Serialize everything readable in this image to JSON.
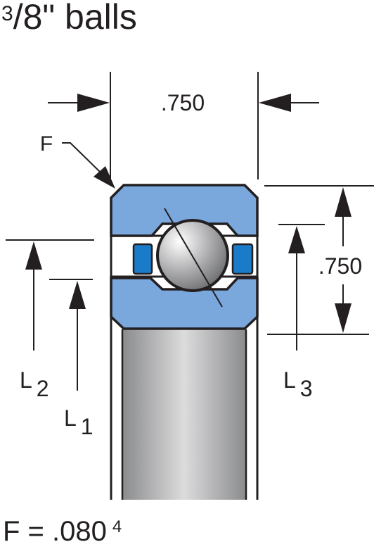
{
  "title": {
    "prefix": "3",
    "main": "/8\" balls"
  },
  "dimensions": {
    "width": ".750",
    "height": ".750"
  },
  "labels": {
    "F": "F",
    "L1_letter": "L",
    "L1_sub": "1",
    "L2_letter": "L",
    "L2_sub": "2",
    "L3_letter": "L",
    "L3_sub": "3"
  },
  "footer": {
    "text": "F = .080",
    "superscript": "4"
  },
  "colors": {
    "ring_blue": "#7aa7dc",
    "separator_blue": "#1a7cc8",
    "outline": "#231f20"
  }
}
